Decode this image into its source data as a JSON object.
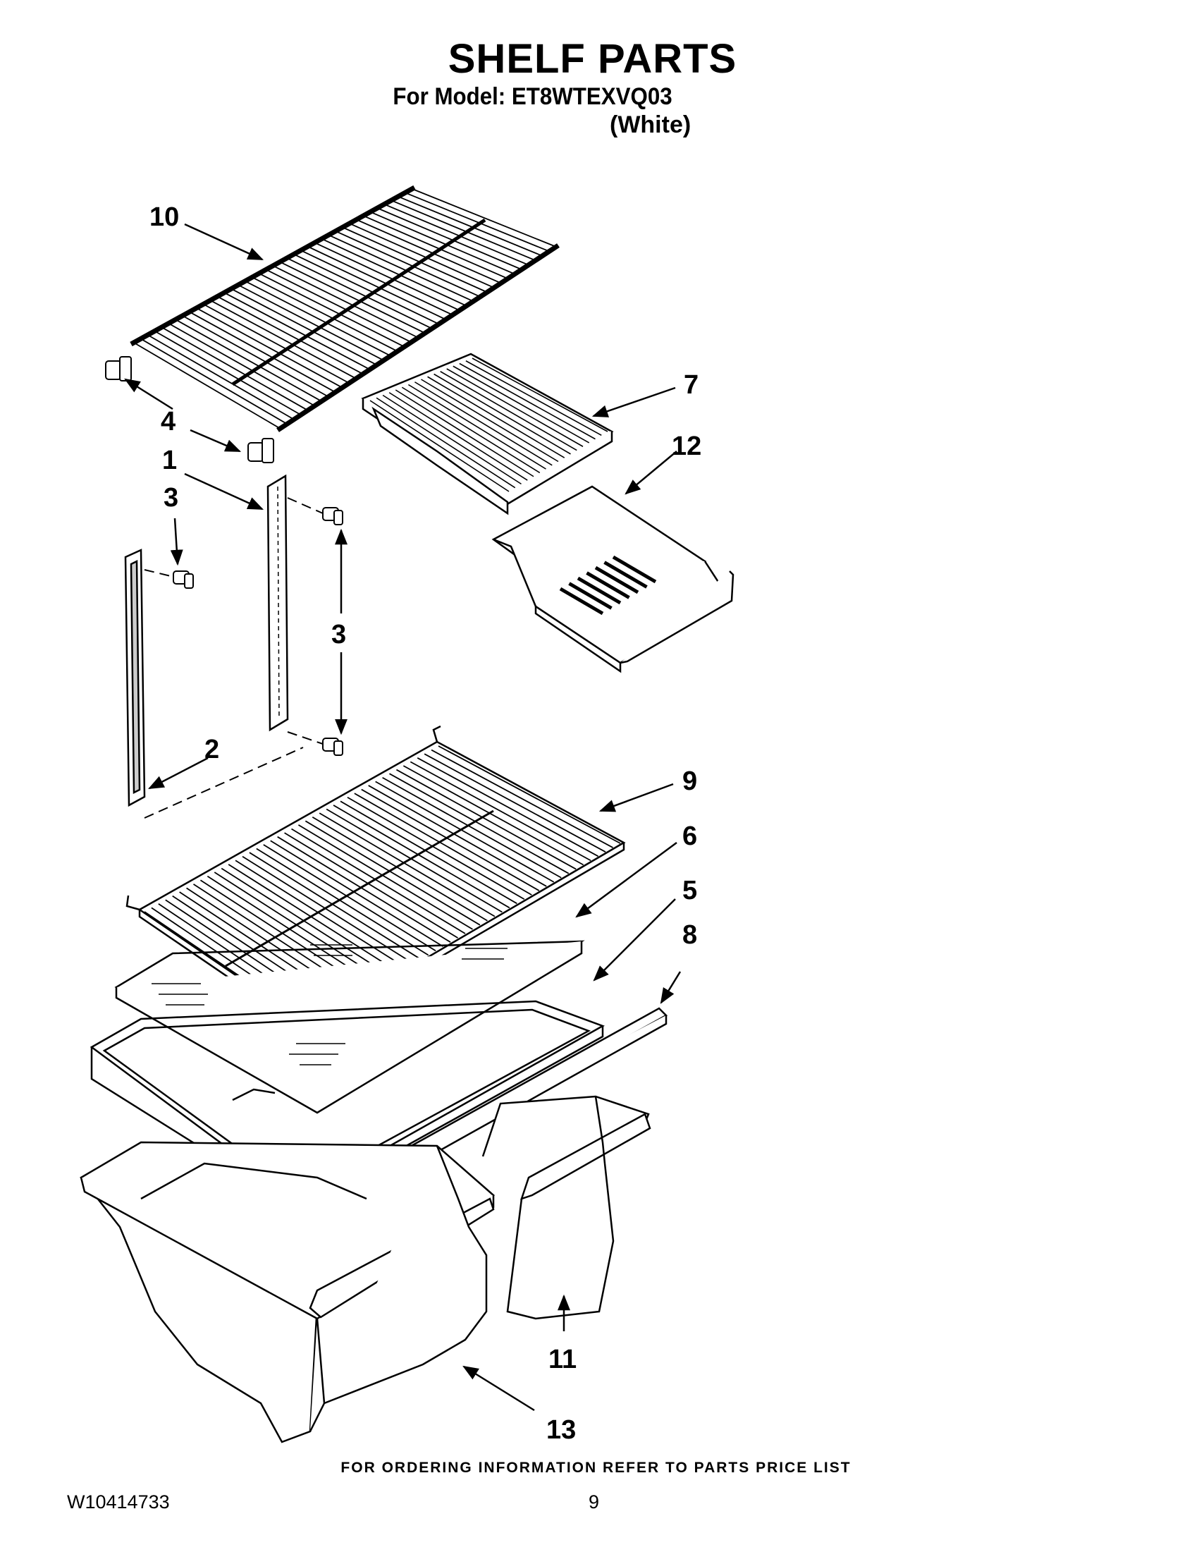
{
  "header": {
    "title": "SHELF PARTS",
    "model_line": "For Model: ET8WTEXVQ03",
    "color": "(White)"
  },
  "callouts": {
    "c10": "10",
    "c4": "4",
    "c1": "1",
    "c3a": "3",
    "c3b": "3",
    "c2": "2",
    "c7": "7",
    "c12": "12",
    "c9": "9",
    "c6": "6",
    "c5": "5",
    "c8": "8",
    "c11": "11",
    "c13": "13"
  },
  "footer": {
    "ordering_note": "FOR ORDERING INFORMATION REFER TO PARTS PRICE LIST",
    "doc_number": "W10414733",
    "page_number": "9"
  }
}
